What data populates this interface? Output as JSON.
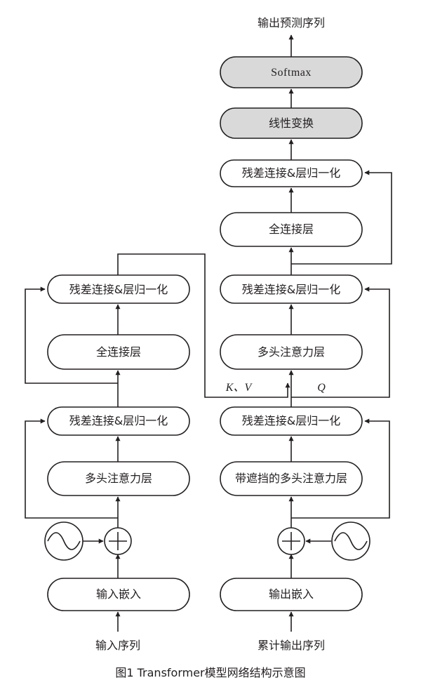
{
  "caption": "图1 Transformer模型网络结构示意图",
  "encoder": {
    "input_label": "输入序列",
    "embedding": "输入嵌入",
    "attention": "多头注意力层",
    "addnorm_1": "残差连接&层归一化",
    "ffn": "全连接层",
    "addnorm_2": "残差连接&层归一化"
  },
  "decoder": {
    "input_label": "累计输出序列",
    "embedding": "输出嵌入",
    "masked_attention": "带遮挡的多头注意力层",
    "addnorm_1": "残差连接&层归一化",
    "cross_attention": "多头注意力层",
    "addnorm_2": "残差连接&层归一化",
    "ffn": "全连接层",
    "addnorm_3": "残差连接&层归一化",
    "linear": "线性变换",
    "softmax": "Softmax",
    "output_label": "输出预测序列"
  },
  "labels": {
    "kv": "K、V",
    "q": "Q"
  },
  "colors": {
    "stroke": "#231f20",
    "gray_fill": "#d9d9d9"
  }
}
